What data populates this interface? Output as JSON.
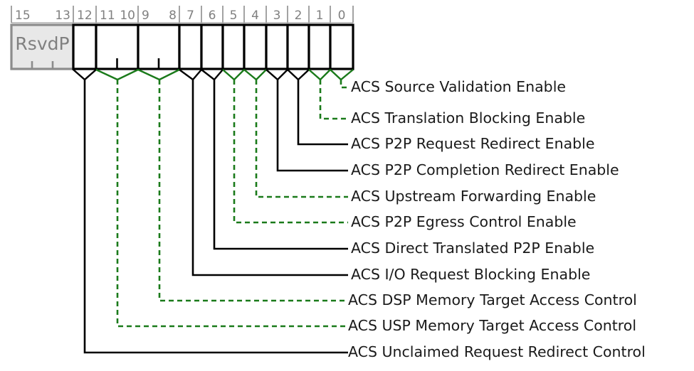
{
  "diagram": {
    "title": "PCIe ACS Control Register bit field diagram",
    "register_width_bits": 16,
    "colors": {
      "solid_leader": "#000000",
      "dashed_leader": "#1a7a1a",
      "reserved_fill": "#e8e8e8",
      "reserved_stroke": "#8c8c8c",
      "bit_number": "#808080",
      "label_text": "#1a1a1a",
      "cell_stroke": "#000000"
    },
    "bit_header": {
      "groups": [
        {
          "id": "hdr-15-13",
          "left_label": "15",
          "right_label": "13",
          "bits": [
            15,
            13
          ]
        },
        {
          "id": "hdr-12",
          "left_label": "12",
          "right_label": "",
          "bits": [
            12,
            12
          ]
        },
        {
          "id": "hdr-11-10",
          "left_label": "11",
          "right_label": "10",
          "bits": [
            11,
            10
          ]
        },
        {
          "id": "hdr-9-8",
          "left_label": "9",
          "right_label": "8",
          "bits": [
            9,
            8
          ]
        },
        {
          "id": "hdr-7",
          "left_label": "7",
          "right_label": "",
          "bits": [
            7,
            7
          ]
        },
        {
          "id": "hdr-6",
          "left_label": "6",
          "right_label": "",
          "bits": [
            6,
            6
          ]
        },
        {
          "id": "hdr-5",
          "left_label": "5",
          "right_label": "",
          "bits": [
            5,
            5
          ]
        },
        {
          "id": "hdr-4",
          "left_label": "4",
          "right_label": "",
          "bits": [
            4,
            4
          ]
        },
        {
          "id": "hdr-3",
          "left_label": "3",
          "right_label": "",
          "bits": [
            3,
            3
          ]
        },
        {
          "id": "hdr-2",
          "left_label": "2",
          "right_label": "",
          "bits": [
            2,
            2
          ]
        },
        {
          "id": "hdr-1",
          "left_label": "1",
          "right_label": "",
          "bits": [
            1,
            1
          ]
        },
        {
          "id": "hdr-0",
          "left_label": "0",
          "right_label": "",
          "bits": [
            0,
            0
          ]
        }
      ]
    },
    "reserved_cell": {
      "label": "RsvdP",
      "bit_range": "15:13"
    },
    "fields": [
      {
        "bit": "0",
        "label": "ACS Source Validation Enable",
        "leader": "dashed"
      },
      {
        "bit": "1",
        "label": "ACS Translation Blocking Enable",
        "leader": "dashed"
      },
      {
        "bit": "2",
        "label": "ACS P2P Request Redirect Enable",
        "leader": "solid"
      },
      {
        "bit": "3",
        "label": "ACS P2P Completion Redirect Enable",
        "leader": "solid"
      },
      {
        "bit": "4",
        "label": "ACS Upstream Forwarding Enable",
        "leader": "dashed"
      },
      {
        "bit": "5",
        "label": "ACS P2P Egress Control Enable",
        "leader": "dashed"
      },
      {
        "bit": "6",
        "label": "ACS Direct Translated P2P Enable",
        "leader": "solid"
      },
      {
        "bit": "7",
        "label": "ACS I/O Request Blocking Enable",
        "leader": "solid"
      },
      {
        "bit": "9:8",
        "label": "ACS DSP Memory Target Access Control",
        "leader": "dashed"
      },
      {
        "bit": "11:10",
        "label": "ACS USP Memory Target Access Control",
        "leader": "dashed"
      },
      {
        "bit": "12",
        "label": "ACS Unclaimed Request Redirect Control",
        "leader": "solid"
      }
    ]
  }
}
